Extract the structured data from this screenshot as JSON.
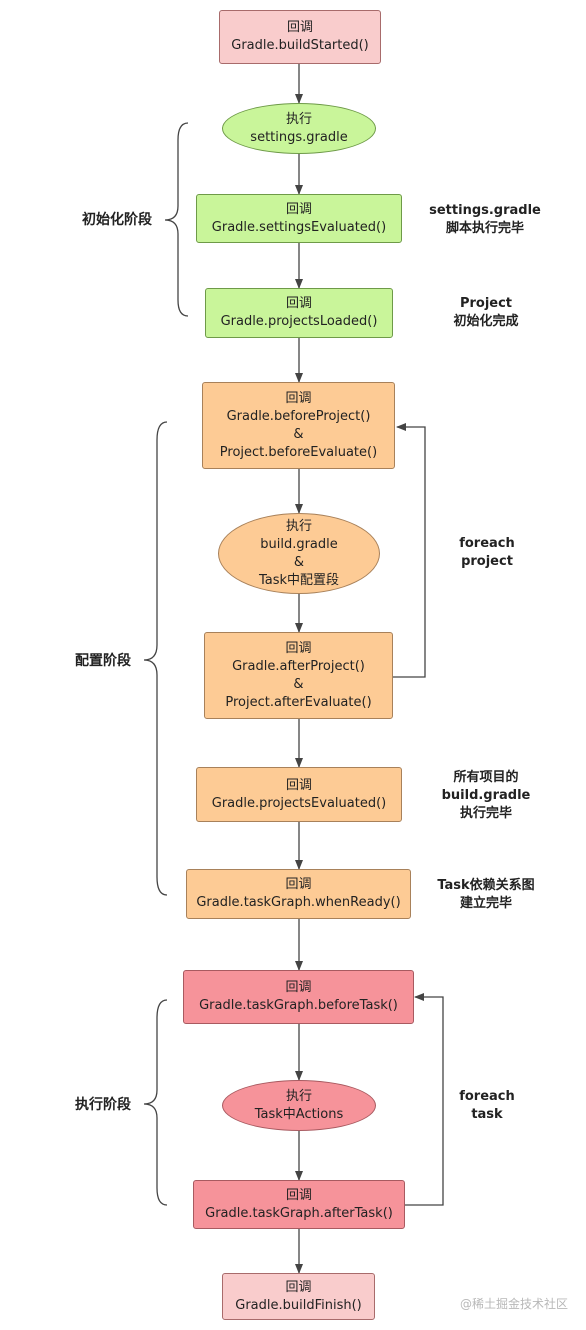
{
  "colors": {
    "pink": "#f9cccc",
    "green": "#c9f59a",
    "orange": "#fdcb95",
    "red": "#f6939a",
    "stroke": "#444444"
  },
  "nodes": {
    "build_started": [
      "回调",
      "Gradle.buildStarted()"
    ],
    "exec_settings": [
      "执行",
      "settings.gradle"
    ],
    "settings_evaluated": [
      "回调",
      "Gradle.settingsEvaluated()"
    ],
    "projects_loaded": [
      "回调",
      "Gradle.projectsLoaded()"
    ],
    "before_project": [
      "回调",
      "Gradle.beforeProject()",
      "&",
      "Project.beforeEvaluate()"
    ],
    "exec_build_gradle": [
      "执行",
      "build.gradle",
      "&",
      "Task中配置段"
    ],
    "after_project": [
      "回调",
      "Gradle.afterProject()",
      "&",
      "Project.afterEvaluate()"
    ],
    "projects_evaluated": [
      "回调",
      "Gradle.projectsEvaluated()"
    ],
    "when_ready": [
      "回调",
      "Gradle.taskGraph.whenReady()"
    ],
    "before_task": [
      "回调",
      "Gradle.taskGraph.beforeTask()"
    ],
    "exec_actions": [
      "执行",
      "Task中Actions"
    ],
    "after_task": [
      "回调",
      "Gradle.taskGraph.afterTask()"
    ],
    "build_finish": [
      "回调",
      "Gradle.buildFinish()"
    ]
  },
  "annotations": {
    "settings_done": [
      "settings.gradle",
      "脚本执行完毕"
    ],
    "project_init": [
      "Project",
      "初始化完成"
    ],
    "foreach_project": [
      "foreach",
      "project"
    ],
    "all_projects": [
      "所有项目的",
      "build.gradle",
      "执行完毕"
    ],
    "task_graph": [
      "Task依赖关系图",
      "建立完毕"
    ],
    "foreach_task": [
      "foreach",
      "task"
    ]
  },
  "phases": {
    "init": "初始化阶段",
    "config": "配置阶段",
    "exec": "执行阶段"
  },
  "watermark": "@稀土掘金技术社区"
}
